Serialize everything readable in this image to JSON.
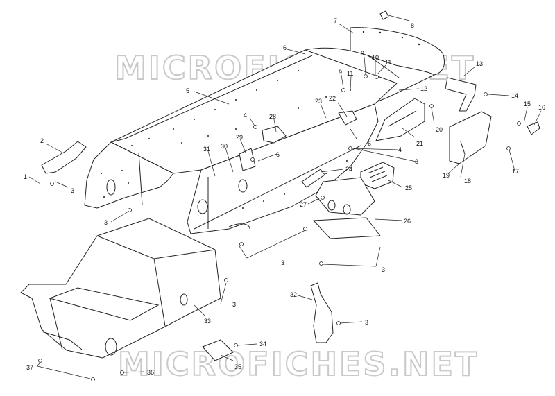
{
  "watermark": "MICROFICHES.NET",
  "callouts": [
    {
      "id": "c1",
      "label": "1"
    },
    {
      "id": "c2",
      "label": "2"
    },
    {
      "id": "c3a",
      "label": "3"
    },
    {
      "id": "c3b",
      "label": "3"
    },
    {
      "id": "c3c",
      "label": "3"
    },
    {
      "id": "c3d",
      "label": "3"
    },
    {
      "id": "c3e",
      "label": "3"
    },
    {
      "id": "c3f",
      "label": "3"
    },
    {
      "id": "c3g",
      "label": "3"
    },
    {
      "id": "c4a",
      "label": "4"
    },
    {
      "id": "c4b",
      "label": "4"
    },
    {
      "id": "c5",
      "label": "5"
    },
    {
      "id": "c6a",
      "label": "6"
    },
    {
      "id": "c6b",
      "label": "6"
    },
    {
      "id": "c6c",
      "label": "6"
    },
    {
      "id": "c7",
      "label": "7"
    },
    {
      "id": "c8",
      "label": "8"
    },
    {
      "id": "c9a",
      "label": "9"
    },
    {
      "id": "c9b",
      "label": "9"
    },
    {
      "id": "c10",
      "label": "10"
    },
    {
      "id": "c11a",
      "label": "11"
    },
    {
      "id": "c11b",
      "label": "11"
    },
    {
      "id": "c12",
      "label": "12"
    },
    {
      "id": "c13",
      "label": "13"
    },
    {
      "id": "c14",
      "label": "14"
    },
    {
      "id": "c15",
      "label": "15"
    },
    {
      "id": "c16",
      "label": "16"
    },
    {
      "id": "c17",
      "label": "17"
    },
    {
      "id": "c18",
      "label": "18"
    },
    {
      "id": "c19",
      "label": "19"
    },
    {
      "id": "c20",
      "label": "20"
    },
    {
      "id": "c21",
      "label": "21"
    },
    {
      "id": "c22",
      "label": "22"
    },
    {
      "id": "c23",
      "label": "23"
    },
    {
      "id": "c24",
      "label": "24"
    },
    {
      "id": "c25",
      "label": "25"
    },
    {
      "id": "c26",
      "label": "26"
    },
    {
      "id": "c27",
      "label": "27"
    },
    {
      "id": "c28",
      "label": "28"
    },
    {
      "id": "c29",
      "label": "29"
    },
    {
      "id": "c30",
      "label": "30"
    },
    {
      "id": "c31",
      "label": "31"
    },
    {
      "id": "c32",
      "label": "32"
    },
    {
      "id": "c33",
      "label": "33"
    },
    {
      "id": "c34",
      "label": "34"
    },
    {
      "id": "c35",
      "label": "35"
    },
    {
      "id": "c36",
      "label": "36"
    },
    {
      "id": "c37",
      "label": "37"
    }
  ]
}
